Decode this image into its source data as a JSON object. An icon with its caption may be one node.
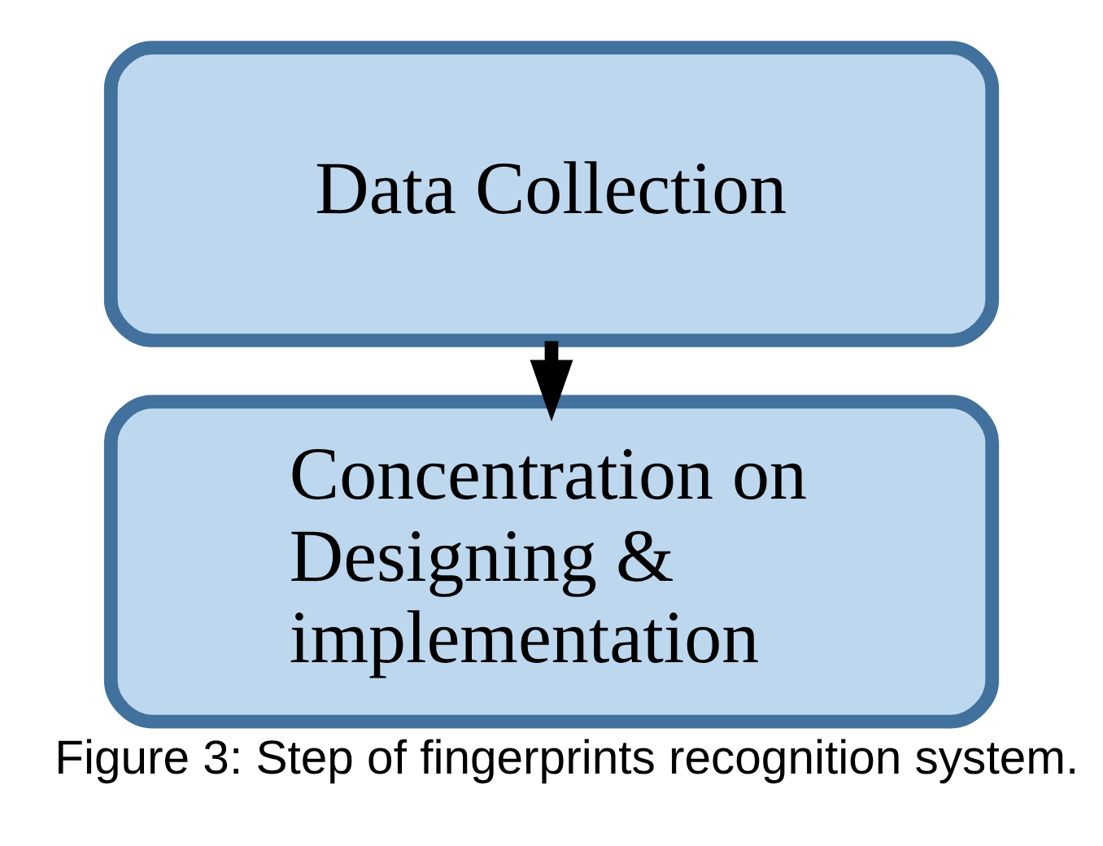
{
  "diagram": {
    "caption": "Figure 3: Step of fingerprints recognition system.",
    "nodes": [
      {
        "text": [
          "Data Collection"
        ]
      },
      {
        "text": [
          "Concentration on Designing & implementation"
        ]
      }
    ],
    "edges": [
      {
        "from": 0,
        "to": 1,
        "arrow": "to"
      }
    ]
  }
}
